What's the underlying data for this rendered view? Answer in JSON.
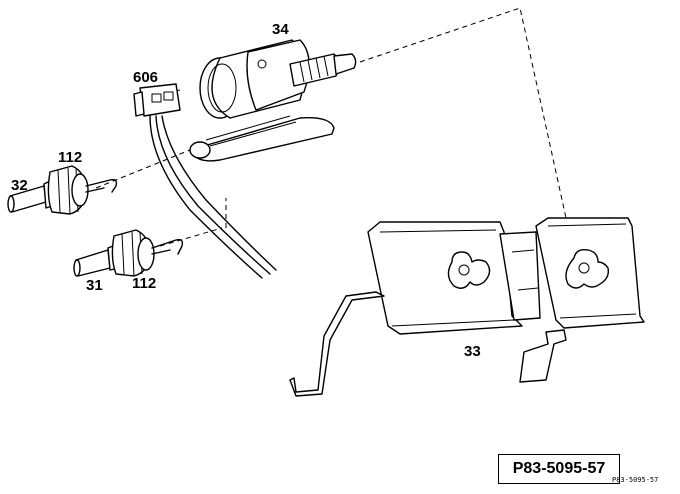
{
  "labels": {
    "part_34": "34",
    "part_606": "606",
    "part_112_top": "112",
    "part_32": "32",
    "part_31": "31",
    "part_112_bottom": "112",
    "part_33": "33"
  },
  "reference": {
    "code": "P83-5095-57",
    "small_code": "P83-5095-57"
  },
  "colors": {
    "line": "#000000",
    "background": "#ffffff"
  }
}
